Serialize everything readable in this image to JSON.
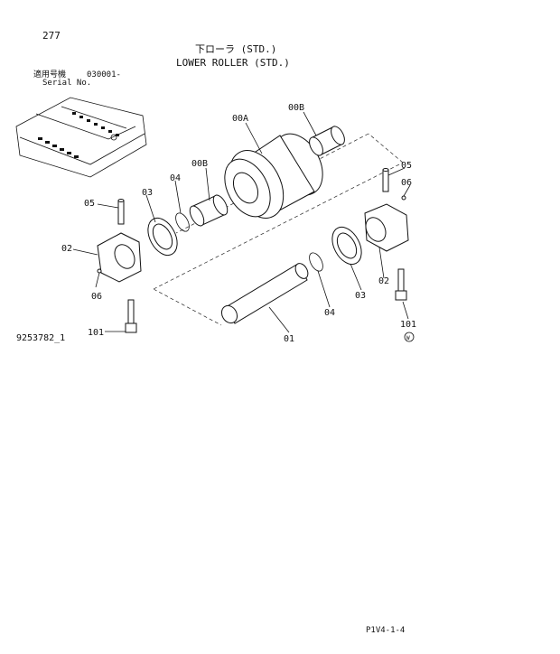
{
  "page_number": "277",
  "title_jp": "下ローラ (STD.)",
  "title_en": "LOWER ROLLER (STD.)",
  "serial": {
    "label_jp": "適用号機",
    "label_en": "Serial No.",
    "value": "030001-"
  },
  "figure_id": "9253782_1",
  "page_ref": "P1V4-1-4",
  "callouts": {
    "c00A": "00A",
    "c00B_top": "00B",
    "c00B_left": "00B",
    "c05_right": "05",
    "c06_right": "06",
    "c05_left": "05",
    "c03_left": "03",
    "c04_left": "04",
    "c02_left": "02",
    "c06_left": "06",
    "c101_left": "101",
    "c01": "01",
    "c04_right": "04",
    "c03_right": "03",
    "c02_right": "02",
    "c101_right": "101",
    "w_mark": "W"
  }
}
